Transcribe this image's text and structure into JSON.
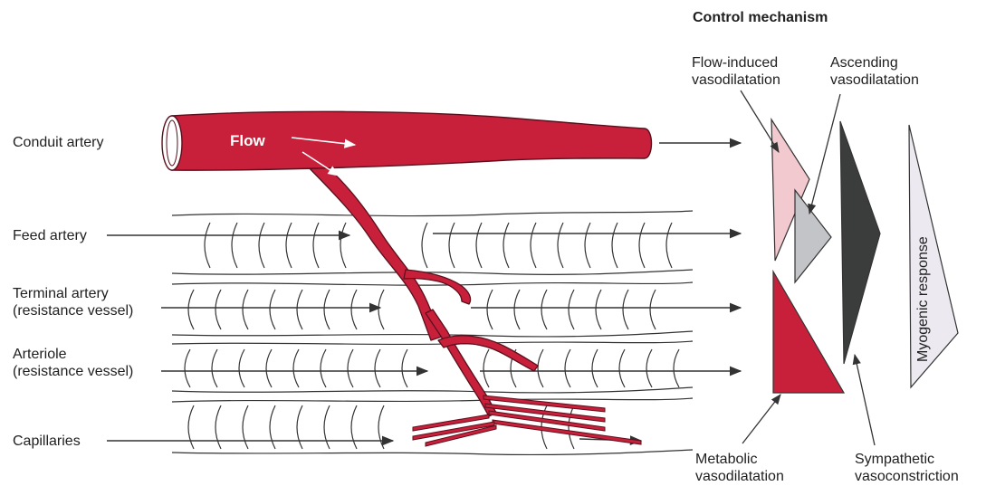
{
  "title": "Control mechanism",
  "flow_label": "Flow",
  "vessels": {
    "conduit": "Conduit artery",
    "feed": "Feed artery",
    "terminal_1": "Terminal artery",
    "terminal_2": "(resistance vessel)",
    "arteriole_1": "Arteriole",
    "arteriole_2": "(resistance vessel)",
    "capillaries": "Capillaries"
  },
  "mechanisms": {
    "flow_induced_1": "Flow-induced",
    "flow_induced_2": "vasodilatation",
    "ascending_1": "Ascending",
    "ascending_2": "vasodilatation",
    "metabolic_1": "Metabolic",
    "metabolic_2": "vasodilatation",
    "sympathetic_1": "Sympathetic",
    "sympathetic_2": "vasoconstriction",
    "myogenic": "Myogenic response"
  },
  "colors": {
    "vessel": "#c8203b",
    "flow_induced": "#f2c9cf",
    "ascending": "#c2c4c8",
    "sympathetic": "#3a3d3c",
    "myogenic": "#eceaf0",
    "metabolic": "#c8203b"
  }
}
